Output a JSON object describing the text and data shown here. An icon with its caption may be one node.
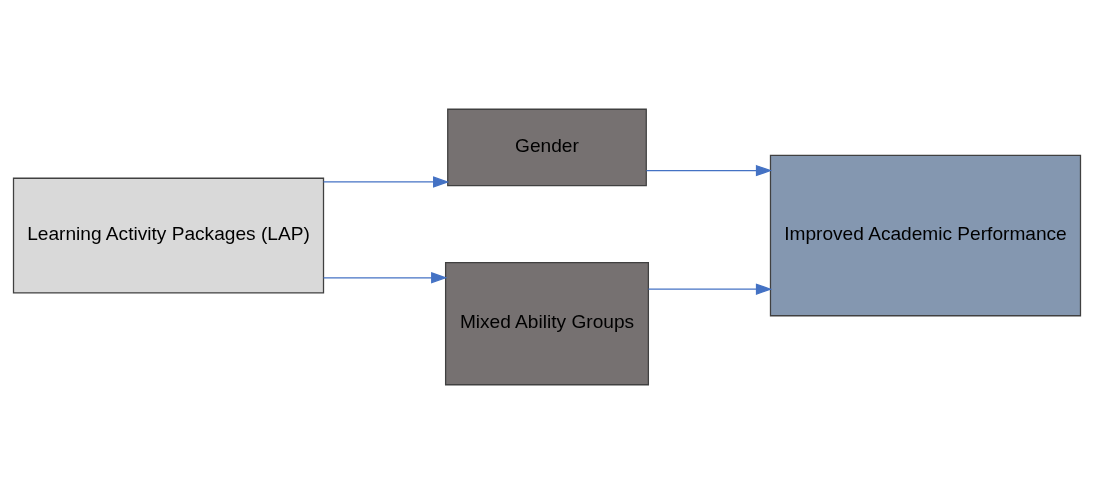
{
  "diagram": {
    "nodes": [
      {
        "text": [
          "Learning Activity Packages (LAP)"
        ]
      },
      {
        "text": [
          "Gender"
        ]
      },
      {
        "text": [
          "Mixed Ability Groups"
        ]
      },
      {
        "text": [
          "Improved Academic Performance"
        ]
      }
    ],
    "edges": [
      {
        "from": 0,
        "to": 1,
        "arrow": "to"
      },
      {
        "from": 0,
        "to": 2,
        "arrow": "to"
      },
      {
        "from": 1,
        "to": 3,
        "arrow": "to"
      },
      {
        "from": 2,
        "to": 3,
        "arrow": "to"
      }
    ]
  }
}
